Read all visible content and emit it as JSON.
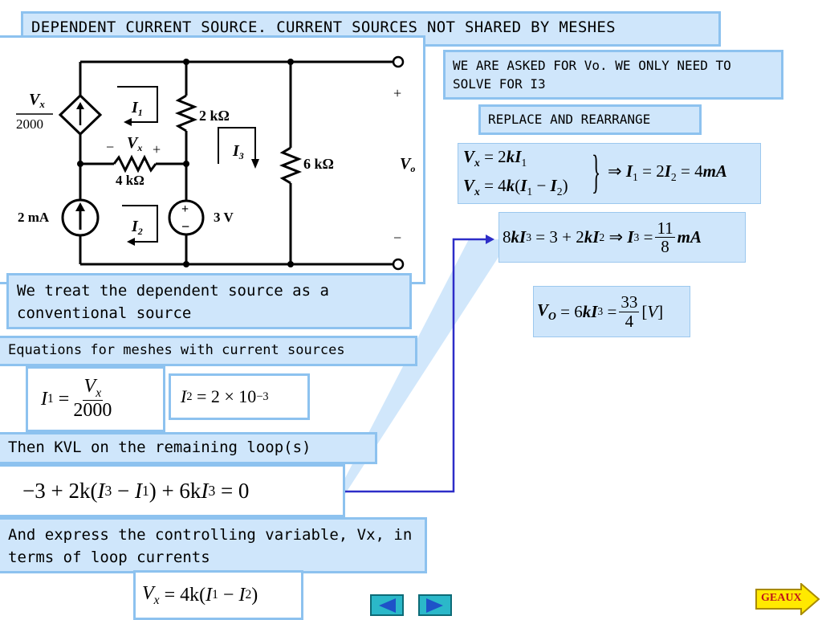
{
  "title": "DEPENDENT CURRENT SOURCE. CURRENT SOURCES NOT SHARED BY MESHES",
  "asked": "WE ARE ASKED FOR Vo. WE ONLY NEED TO SOLVE FOR I3",
  "replace": "REPLACE AND REARRANGE",
  "treat": "We treat the dependent source as a conventional source",
  "equations_label": "Equations for meshes with current sources",
  "kvl_label": "Then KVL on the remaining loop(s)",
  "express_label": "And express the controlling variable, Vx, in terms of loop currents",
  "circuit": {
    "vx_over_2000_num": "V",
    "vx_over_2000_den": "2000",
    "i1": "I",
    "r2k": "2 kΩ",
    "vx_label": "V",
    "plus": "+",
    "minus": "−",
    "r4k": "4 kΩ",
    "i3": "I",
    "r6k": "6 kΩ",
    "vo": "V",
    "src2ma": "2 mA",
    "i2": "I",
    "src3v": "3 V",
    "plus_out": "+",
    "minus_out": "−"
  },
  "nav": {
    "back": "◀",
    "forward": "▶",
    "geaux": "GEAUX"
  },
  "colors": {
    "box_fill": "#cfe6fb",
    "box_border": "#8dc2ef",
    "arrow": "#2d2dc8",
    "geaux_fill": "#ffe900",
    "geaux_text": "#c0161a"
  }
}
